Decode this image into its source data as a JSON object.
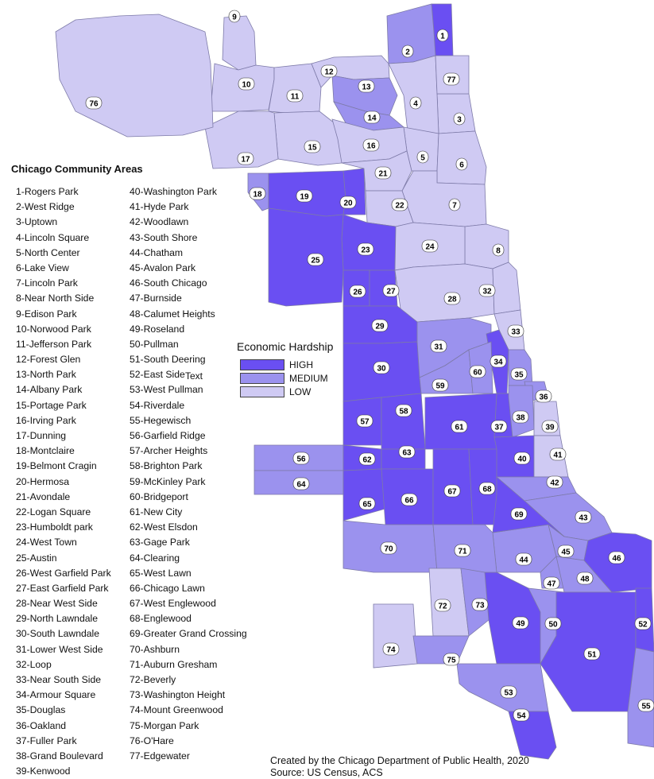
{
  "title": "Chicago Community Areas",
  "colors": {
    "high": "#6a4ff2",
    "medium": "#9b92ee",
    "low": "#cfcaf3"
  },
  "legend": {
    "title": "Economic Hardship",
    "items": [
      {
        "label": "HIGH",
        "level": "high"
      },
      {
        "label": "MEDIUM",
        "level": "medium"
      },
      {
        "label": "LOW",
        "level": "low"
      }
    ]
  },
  "stray_text": "Text",
  "credits": [
    "Created by the Chicago Department of Public Health, 2020",
    "Source: US Census, ACS"
  ],
  "areas": [
    {
      "num": 1,
      "name": "Rogers Park",
      "level": "high"
    },
    {
      "num": 2,
      "name": "West Ridge",
      "level": "medium"
    },
    {
      "num": 3,
      "name": "Uptown",
      "level": "low"
    },
    {
      "num": 4,
      "name": "Lincoln Square",
      "level": "low"
    },
    {
      "num": 5,
      "name": "North Center",
      "level": "low"
    },
    {
      "num": 6,
      "name": "Lake View",
      "level": "low"
    },
    {
      "num": 7,
      "name": "Lincoln Park",
      "level": "low"
    },
    {
      "num": 8,
      "name": "Near North Side",
      "level": "low"
    },
    {
      "num": 9,
      "name": "Edison Park",
      "level": "low"
    },
    {
      "num": 10,
      "name": "Norwood Park",
      "level": "low"
    },
    {
      "num": 11,
      "name": "Jefferson Park",
      "level": "low"
    },
    {
      "num": 12,
      "name": "Forest Glen",
      "level": "low"
    },
    {
      "num": 13,
      "name": "North Park",
      "level": "medium"
    },
    {
      "num": 14,
      "name": "Albany Park",
      "level": "medium"
    },
    {
      "num": 15,
      "name": "Portage Park",
      "level": "low"
    },
    {
      "num": 16,
      "name": "Irving Park",
      "level": "low"
    },
    {
      "num": 17,
      "name": "Dunning",
      "level": "low"
    },
    {
      "num": 18,
      "name": "Montclaire",
      "level": "medium"
    },
    {
      "num": 19,
      "name": "Belmont Cragin",
      "level": "high"
    },
    {
      "num": 20,
      "name": "Hermosa",
      "level": "high"
    },
    {
      "num": 21,
      "name": "Avondale",
      "level": "low"
    },
    {
      "num": 22,
      "name": "Logan Square",
      "level": "low"
    },
    {
      "num": 23,
      "name": "Humboldt park",
      "level": "high"
    },
    {
      "num": 24,
      "name": "West Town",
      "level": "low"
    },
    {
      "num": 25,
      "name": "Austin",
      "level": "high"
    },
    {
      "num": 26,
      "name": "West Garfield Park",
      "level": "high"
    },
    {
      "num": 27,
      "name": "East Garfield Park",
      "level": "high"
    },
    {
      "num": 28,
      "name": "Near West Side",
      "level": "low"
    },
    {
      "num": 29,
      "name": "North Lawndale",
      "level": "high"
    },
    {
      "num": 30,
      "name": "South Lawndale",
      "level": "high"
    },
    {
      "num": 31,
      "name": "Lower West Side",
      "level": "medium"
    },
    {
      "num": 32,
      "name": "Loop",
      "level": "low"
    },
    {
      "num": 33,
      "name": "Near South Side",
      "level": "low"
    },
    {
      "num": 34,
      "name": "Armour Square",
      "level": "high"
    },
    {
      "num": 35,
      "name": "Douglas",
      "level": "medium"
    },
    {
      "num": 36,
      "name": "Oakland",
      "level": "medium"
    },
    {
      "num": 37,
      "name": "Fuller Park",
      "level": "high"
    },
    {
      "num": 38,
      "name": "Grand Boulevard",
      "level": "medium"
    },
    {
      "num": 39,
      "name": "Kenwood",
      "level": "low"
    },
    {
      "num": 40,
      "name": "Washington Park",
      "level": "high"
    },
    {
      "num": 41,
      "name": "Hyde Park",
      "level": "low"
    },
    {
      "num": 42,
      "name": "Woodlawn",
      "level": "medium"
    },
    {
      "num": 43,
      "name": "South Shore",
      "level": "medium"
    },
    {
      "num": 44,
      "name": "Chatham",
      "level": "medium"
    },
    {
      "num": 45,
      "name": "Avalon Park",
      "level": "medium"
    },
    {
      "num": 46,
      "name": "South Chicago",
      "level": "high"
    },
    {
      "num": 47,
      "name": "Burnside",
      "level": "medium"
    },
    {
      "num": 48,
      "name": "Calumet Heights",
      "level": "medium"
    },
    {
      "num": 49,
      "name": "Roseland",
      "level": "high"
    },
    {
      "num": 50,
      "name": "Pullman",
      "level": "medium"
    },
    {
      "num": 51,
      "name": "South Deering",
      "level": "high"
    },
    {
      "num": 52,
      "name": "East Side",
      "level": "high"
    },
    {
      "num": 53,
      "name": "West Pullman",
      "level": "medium"
    },
    {
      "num": 54,
      "name": "Riverdale",
      "level": "high"
    },
    {
      "num": 55,
      "name": "Hegewisch",
      "level": "medium"
    },
    {
      "num": 56,
      "name": "Garfield Ridge",
      "level": "medium"
    },
    {
      "num": 57,
      "name": "Archer Heights",
      "level": "high"
    },
    {
      "num": 58,
      "name": "Brighton Park",
      "level": "high"
    },
    {
      "num": 59,
      "name": "McKinley Park",
      "level": "medium"
    },
    {
      "num": 60,
      "name": "Bridgeport",
      "level": "medium"
    },
    {
      "num": 61,
      "name": "New City",
      "level": "high"
    },
    {
      "num": 62,
      "name": "West Elsdon",
      "level": "high"
    },
    {
      "num": 63,
      "name": "Gage Park",
      "level": "high"
    },
    {
      "num": 64,
      "name": "Clearing",
      "level": "medium"
    },
    {
      "num": 65,
      "name": "West Lawn",
      "level": "high"
    },
    {
      "num": 66,
      "name": "Chicago Lawn",
      "level": "high"
    },
    {
      "num": 67,
      "name": "West Englewood",
      "level": "high"
    },
    {
      "num": 68,
      "name": "Englewood",
      "level": "high"
    },
    {
      "num": 69,
      "name": "Greater Grand Crossing",
      "level": "high"
    },
    {
      "num": 70,
      "name": "Ashburn",
      "level": "medium"
    },
    {
      "num": 71,
      "name": "Auburn Gresham",
      "level": "medium"
    },
    {
      "num": 72,
      "name": "Beverly",
      "level": "low"
    },
    {
      "num": 73,
      "name": "Washington Height",
      "level": "medium"
    },
    {
      "num": 74,
      "name": "Mount Greenwood",
      "level": "low"
    },
    {
      "num": 75,
      "name": "Morgan Park",
      "level": "medium"
    },
    {
      "num": 76,
      "name": "O'Hare",
      "level": "low"
    },
    {
      "num": 77,
      "name": "Edgewater",
      "level": "low"
    }
  ]
}
